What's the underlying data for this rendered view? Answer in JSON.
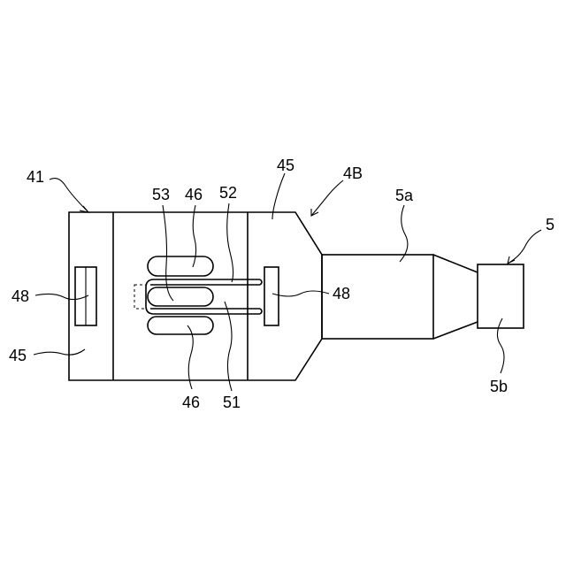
{
  "labels": {
    "ref_41": "41",
    "ref_45_top": "45",
    "ref_4B": "4B",
    "ref_53": "53",
    "ref_46_top": "46",
    "ref_52": "52",
    "ref_5a": "5a",
    "ref_5": "5",
    "ref_48_left": "48",
    "ref_48_right": "48",
    "ref_45_left": "45",
    "ref_46_bottom": "46",
    "ref_51": "51",
    "ref_5b": "5b"
  }
}
